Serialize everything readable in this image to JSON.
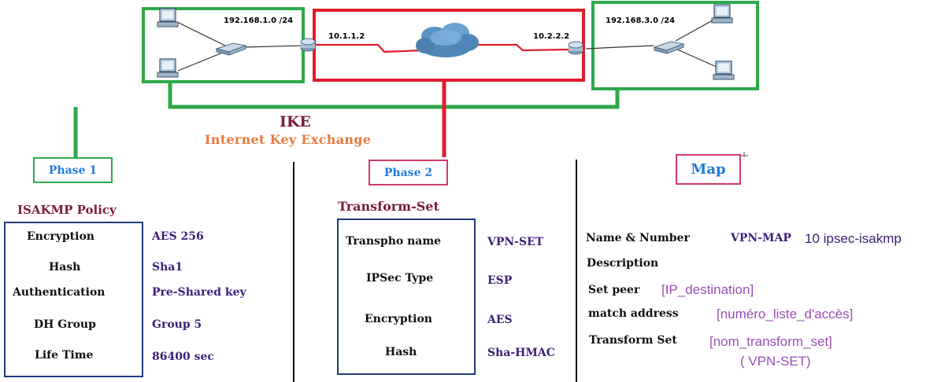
{
  "topology": {
    "left_network": "192.168.1.0 /24",
    "right_network": "192.168.3.0 /24",
    "left_router_ip": "10.1.1.2",
    "right_router_ip": "10.2.2.2"
  },
  "ike": {
    "title": "IKE",
    "subtitle": "Internet Key Exchange"
  },
  "phase1": {
    "label": "Phase 1",
    "section_title": "ISAKMP Policy",
    "rows": [
      {
        "label": "Encryption",
        "value": "AES 256"
      },
      {
        "label": "Hash",
        "value": "Sha1"
      },
      {
        "label": "Authentication",
        "value": "Pre-Shared key"
      },
      {
        "label": "DH Group",
        "value": "Group 5"
      },
      {
        "label": "Life Time",
        "value": "86400 sec"
      }
    ]
  },
  "phase2": {
    "label": "Phase 2",
    "section_title": "Transform-Set",
    "rows": [
      {
        "label": "Transpho name",
        "value": "VPN-SET"
      },
      {
        "label": "IPSec Type",
        "value": "ESP"
      },
      {
        "label": "Encryption",
        "value": "AES"
      },
      {
        "label": "Hash",
        "value": "Sha-HMAC"
      }
    ]
  },
  "map": {
    "label": "Map",
    "rows": [
      {
        "label": "Name & Number",
        "value": "VPN-MAP",
        "value2": "10 ipsec-isakmp"
      },
      {
        "label": "Description",
        "value": ""
      },
      {
        "label": "Set peer",
        "value": "[IP_destination]"
      },
      {
        "label": "match address",
        "value": "[numéro_liste_d'accès]"
      },
      {
        "label": "Transform Set",
        "value": "[nom_transform_set]",
        "value2": "( VPN-SET)"
      }
    ]
  },
  "colors": {
    "green": "#2fa84a",
    "red": "#e01d2c",
    "navy": "#1f3a7a",
    "maroon": "#7b1c3a",
    "orange": "#e8793f",
    "pink_border": "#d23b64",
    "blue_text": "#1f7ae0",
    "purple_value": "#3d1f78",
    "violet_text": "#9a4fb0"
  }
}
